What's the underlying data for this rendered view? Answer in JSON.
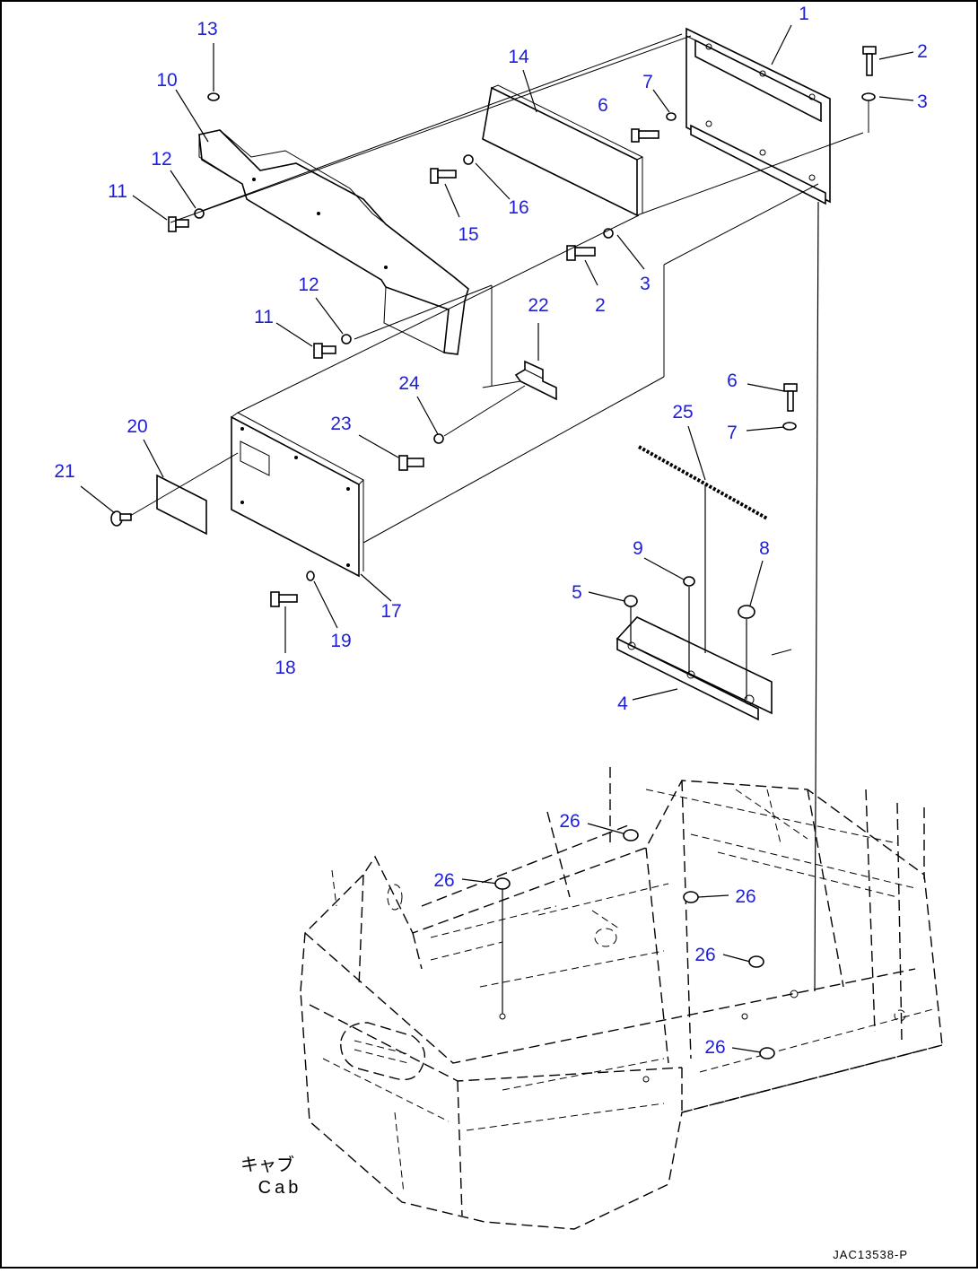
{
  "callouts": [
    {
      "id": "c1",
      "text": "1"
    },
    {
      "id": "c2a",
      "text": "2"
    },
    {
      "id": "c3a",
      "text": "3"
    },
    {
      "id": "c13",
      "text": "13"
    },
    {
      "id": "c14",
      "text": "14"
    },
    {
      "id": "c10",
      "text": "10"
    },
    {
      "id": "c7a",
      "text": "7"
    },
    {
      "id": "c6a",
      "text": "6"
    },
    {
      "id": "c12a",
      "text": "12"
    },
    {
      "id": "c11a",
      "text": "11"
    },
    {
      "id": "c16",
      "text": "16"
    },
    {
      "id": "c15",
      "text": "15"
    },
    {
      "id": "c3b",
      "text": "3"
    },
    {
      "id": "c2b",
      "text": "2"
    },
    {
      "id": "c12b",
      "text": "12"
    },
    {
      "id": "c11b",
      "text": "11"
    },
    {
      "id": "c22",
      "text": "22"
    },
    {
      "id": "c6b",
      "text": "6"
    },
    {
      "id": "c24",
      "text": "24"
    },
    {
      "id": "c25",
      "text": "25"
    },
    {
      "id": "c7b",
      "text": "7"
    },
    {
      "id": "c20",
      "text": "20"
    },
    {
      "id": "c23",
      "text": "23"
    },
    {
      "id": "c21",
      "text": "21"
    },
    {
      "id": "c9",
      "text": "9"
    },
    {
      "id": "c8",
      "text": "8"
    },
    {
      "id": "c5",
      "text": "5"
    },
    {
      "id": "c17",
      "text": "17"
    },
    {
      "id": "c19",
      "text": "19"
    },
    {
      "id": "c18",
      "text": "18"
    },
    {
      "id": "c4",
      "text": "4"
    },
    {
      "id": "c26a",
      "text": "26"
    },
    {
      "id": "c26b",
      "text": "26"
    },
    {
      "id": "c26c",
      "text": "26"
    },
    {
      "id": "c26d",
      "text": "26"
    },
    {
      "id": "c26e",
      "text": "26"
    }
  ],
  "cab_label_jp": "キャブ",
  "cab_label_en": "Cab",
  "drawing_code": "JAC13538-P",
  "callout_color": "#1f1fd6"
}
